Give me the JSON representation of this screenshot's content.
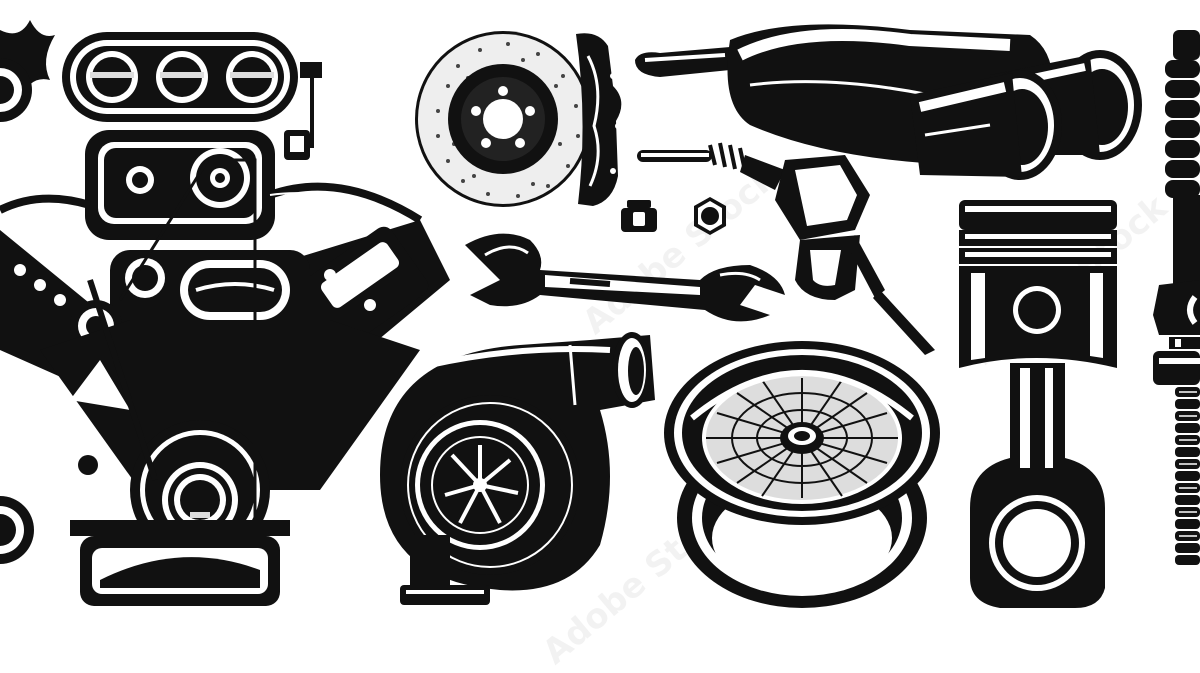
{
  "illustration": {
    "style": "monochrome vintage vector",
    "colors": {
      "ink": "#111111",
      "paper": "#ffffff",
      "mid": "#555555"
    },
    "parts": [
      {
        "id": "engine",
        "label": "V8 engine with supercharger"
      },
      {
        "id": "brake",
        "label": "brake disc with caliper"
      },
      {
        "id": "exhaust",
        "label": "muffler with dual exhaust tips"
      },
      {
        "id": "fuel-nozzle",
        "label": "fuel pump nozzle"
      },
      {
        "id": "nut-square",
        "label": "nut"
      },
      {
        "id": "nut-hex",
        "label": "hex nut"
      },
      {
        "id": "wrench",
        "label": "open-end wrench"
      },
      {
        "id": "turbo",
        "label": "turbocharger"
      },
      {
        "id": "wheel",
        "label": "mesh alloy wheel rim"
      },
      {
        "id": "piston",
        "label": "piston with connecting rod"
      },
      {
        "id": "spark-plug",
        "label": "spark plug"
      }
    ]
  },
  "watermark": {
    "text": "Adobe Stock"
  }
}
